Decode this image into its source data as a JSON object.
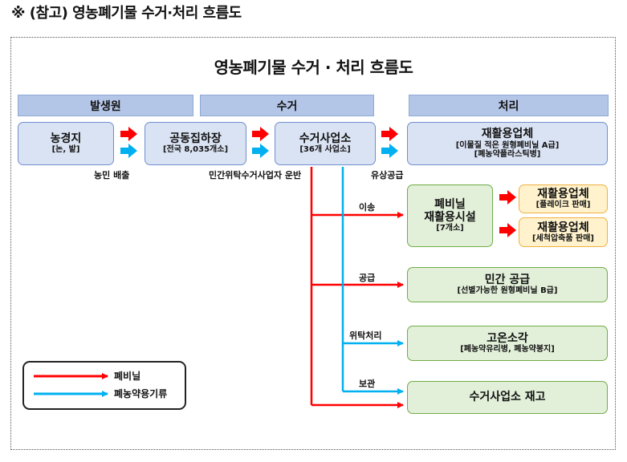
{
  "heading": "※ (참고) 영농폐기물 수거·처리 흐름도",
  "diagram": {
    "title": "영농폐기물 수거 · 처리 흐름도",
    "headers": {
      "origin": "발생원",
      "collect": "수거",
      "process": "처리"
    },
    "nodes": {
      "farmland": {
        "title": "농경지",
        "sub": "[논, 밭]"
      },
      "collection_point": {
        "title": "공동집하장",
        "sub": "[전국 8,035개소]"
      },
      "collector": {
        "title": "수거사업소",
        "sub": "[36개 사업소]"
      },
      "recycler": {
        "title": "재활용업체",
        "sub1": "[이물질 적은 원형폐비닐 A급]",
        "sub2": "[폐농약플라스틱병]"
      },
      "recycling_facility": {
        "title1": "폐비닐",
        "title2": "재활용시설",
        "sub": "[7개소]"
      },
      "recycler_flake": {
        "title": "재활용업체",
        "sub": "[플레이크 판매]"
      },
      "recycler_compressed": {
        "title": "재활용업체",
        "sub": "[세척압축품 판매]"
      },
      "private_supply": {
        "title": "민간 공급",
        "sub": "[선별가능한 원형폐비닐 B급]"
      },
      "incineration": {
        "title": "고온소각",
        "sub": "[폐농약유리병, 폐농약봉지]"
      },
      "stock": {
        "title": "수거사업소 재고"
      }
    },
    "edge_labels": {
      "farmer_discharge": "농민 배출",
      "consigned_transport": "민간위탁수거사업자 운반",
      "paid_supply": "유상공급",
      "transfer": "이송",
      "supply": "공급",
      "consigned_treatment": "위탁처리",
      "storage": "보관"
    },
    "legend": [
      {
        "label": "폐비닐",
        "color": "#ff0000"
      },
      {
        "label": "폐농약용기류",
        "color": "#00b0f0"
      }
    ]
  }
}
